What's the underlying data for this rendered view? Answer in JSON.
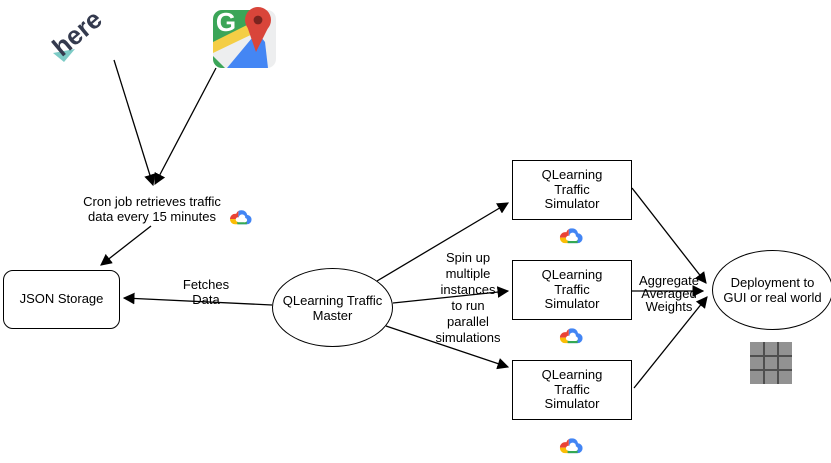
{
  "nodes": {
    "cron_label": "Cron job retrieves traffic\ndata every 15 minutes",
    "json_storage": "JSON Storage",
    "master": "QLearning Traffic\nMaster",
    "simulator": "QLearning\nTraffic\nSimulator",
    "deployment": "Deployment to\nGUI or real world"
  },
  "edge_labels": {
    "fetches": "Fetches\nData",
    "spin_up": "Spin up\nmultiple\ninstances\nto run\nparallel\nsimulations",
    "aggregate": "Aggregate\nAveraged\nWeights"
  },
  "logos": {
    "here_text": "here",
    "gmaps_letter": "G"
  },
  "colors": {
    "here_teal": "#7dcbc6",
    "here_navy": "#343a4e",
    "gcp_blue": "#4285F4",
    "gcp_red": "#EA4335",
    "gcp_yellow": "#FBBC05",
    "gcp_green": "#34A853",
    "maps_green": "#3BA558",
    "pin_red": "#D9453A",
    "grid_gray": "#929292"
  }
}
